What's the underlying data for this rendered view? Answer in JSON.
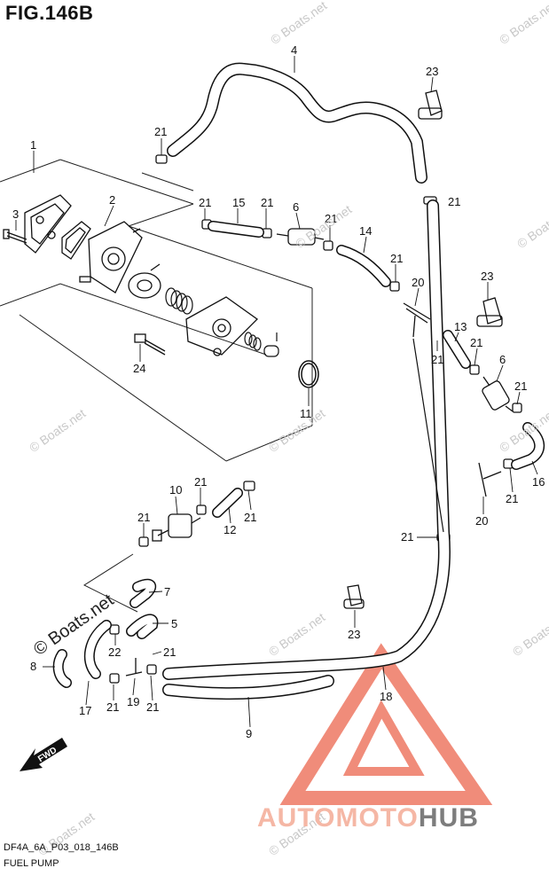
{
  "figure": {
    "title": "FIG.146B",
    "code": "DF4A_6A_P03_018_146B",
    "caption": "FUEL PUMP"
  },
  "watermark": {
    "text": "© Boats.net"
  },
  "brand": {
    "part1": "AUTOMOTO",
    "part2": "HUB",
    "color_triangle": "#f08c7a",
    "color_text_light": "#f5b7a5",
    "color_text_dark": "#7d7d7d"
  },
  "arrow": {
    "label": "FWD"
  },
  "labels": {
    "p1": "1",
    "p2": "2",
    "p3": "3",
    "p4": "4",
    "p5": "5",
    "p6a": "6",
    "p6b": "6",
    "p7": "7",
    "p8": "8",
    "p9": "9",
    "p10": "10",
    "p11": "11",
    "p12": "12",
    "p13": "13",
    "p14": "14",
    "p15": "15",
    "p16": "16",
    "p17": "17",
    "p18": "18",
    "p19": "19",
    "p20a": "20",
    "p20b": "20",
    "p21": "21",
    "p22": "22",
    "p23": "23",
    "p24": "24"
  }
}
